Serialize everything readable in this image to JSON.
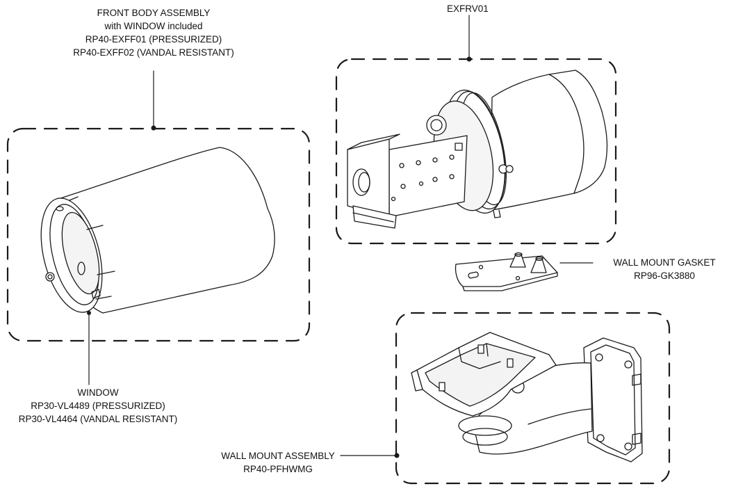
{
  "labels": {
    "front_body": {
      "line1": "FRONT BODY ASSEMBLY",
      "line2": "with WINDOW included",
      "line3": "RP40-EXFF01 (PRESSURIZED)",
      "line4": "RP40-EXFF02 (VANDAL RESISTANT)"
    },
    "rear": {
      "line1": "EXFRV01"
    },
    "gasket": {
      "line1": "WALL MOUNT GASKET",
      "line2": "RP96-GK3880"
    },
    "window": {
      "line1": "WINDOW",
      "line2": "RP30-VL4489 (PRESSURIZED)",
      "line3": "RP30-VL4464 (VANDAL RESISTANT)"
    },
    "wall_mount": {
      "line1": "WALL MOUNT ASSEMBLY",
      "line2": "RP40-PFHWMG"
    }
  },
  "colors": {
    "line": "#1a1a1a",
    "shade": "#e9e9e9",
    "background": "#ffffff"
  }
}
